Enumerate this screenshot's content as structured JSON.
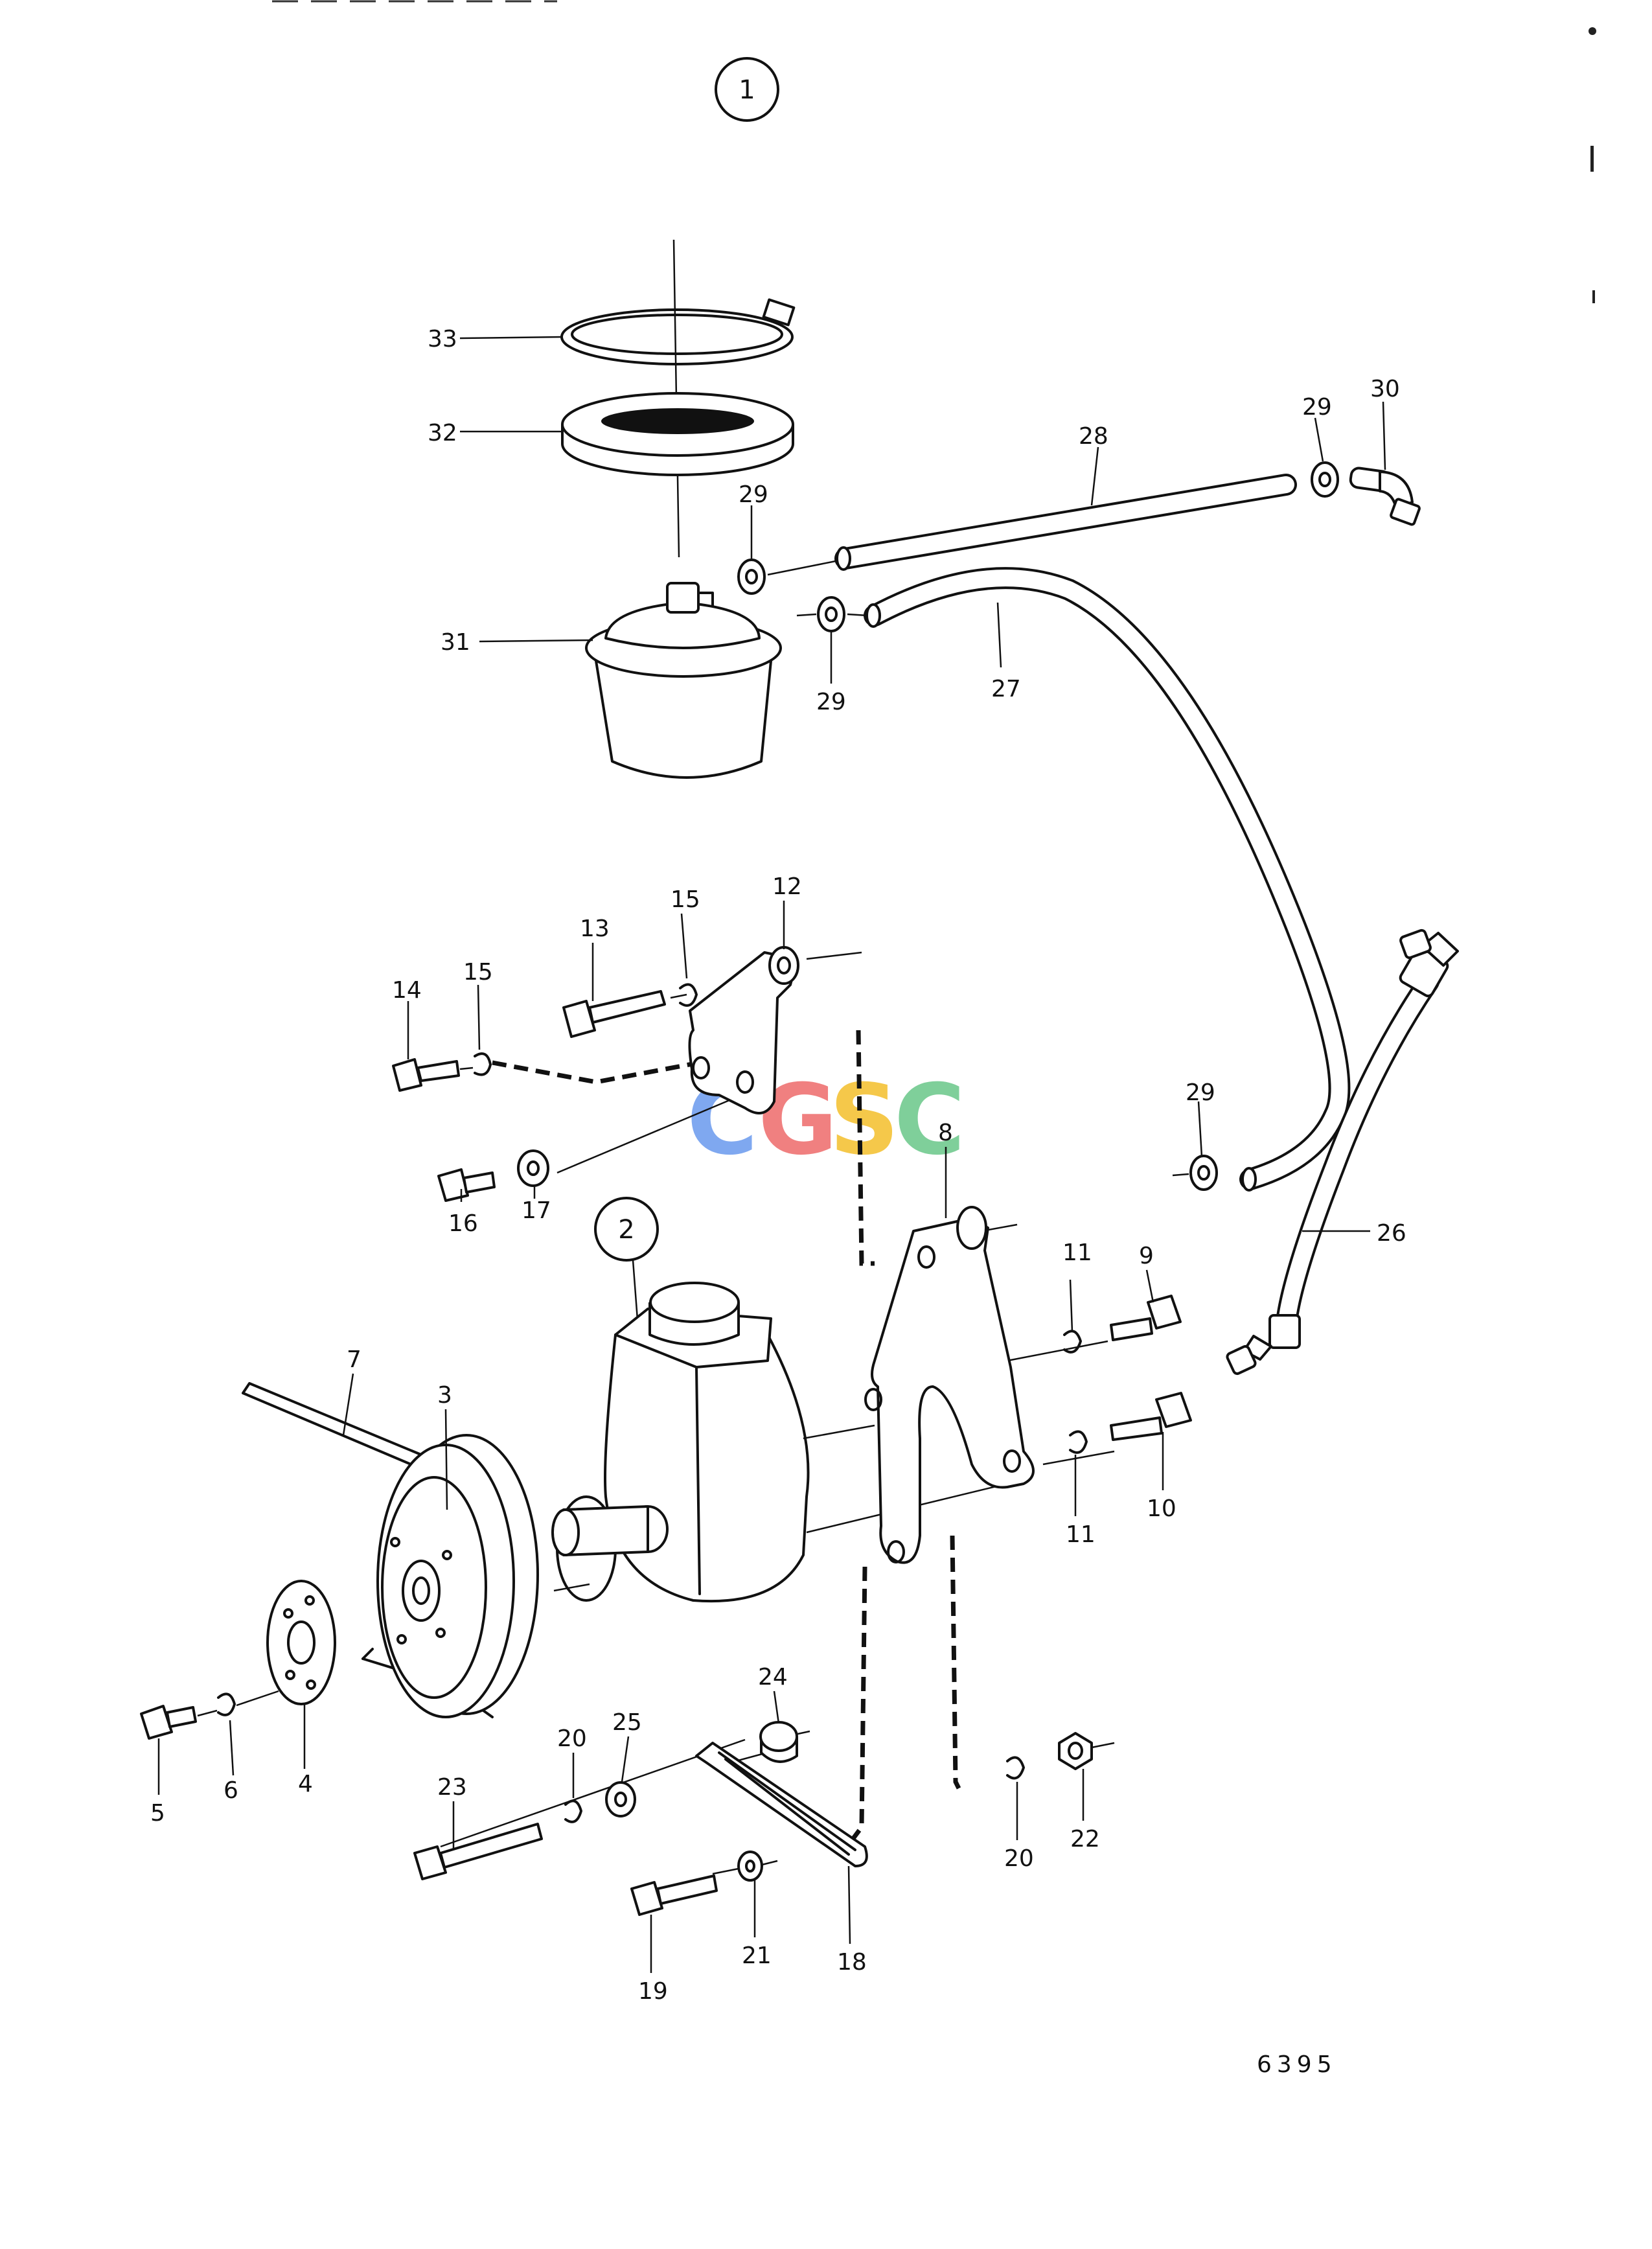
{
  "drawing_number": "6395",
  "watermark": {
    "letters": [
      {
        "char": "C",
        "color": "#7fa8f0"
      },
      {
        "char": "G",
        "color": "#f08080"
      },
      {
        "char": "S",
        "color": "#f5c84a"
      },
      {
        "char": "C",
        "color": "#7fcf9a"
      }
    ]
  },
  "groups": [
    {
      "id": "group-1",
      "label": "1"
    },
    {
      "id": "group-2",
      "label": "2"
    }
  ],
  "parts": [
    {
      "id": "p33",
      "label": "33"
    },
    {
      "id": "p32",
      "label": "32"
    },
    {
      "id": "p31",
      "label": "31"
    },
    {
      "id": "p29a",
      "label": "29"
    },
    {
      "id": "p29b",
      "label": "29"
    },
    {
      "id": "p29c",
      "label": "29"
    },
    {
      "id": "p29d",
      "label": "29"
    },
    {
      "id": "p30",
      "label": "30"
    },
    {
      "id": "p28",
      "label": "28"
    },
    {
      "id": "p27",
      "label": "27"
    },
    {
      "id": "p26",
      "label": "26"
    },
    {
      "id": "p12",
      "label": "12"
    },
    {
      "id": "p13",
      "label": "13"
    },
    {
      "id": "p14",
      "label": "14"
    },
    {
      "id": "p15a",
      "label": "15"
    },
    {
      "id": "p15b",
      "label": "15"
    },
    {
      "id": "p16",
      "label": "16"
    },
    {
      "id": "p17",
      "label": "17"
    },
    {
      "id": "p8",
      "label": "8"
    },
    {
      "id": "p9",
      "label": "9"
    },
    {
      "id": "p10",
      "label": "10"
    },
    {
      "id": "p11a",
      "label": "11"
    },
    {
      "id": "p11b",
      "label": "11"
    },
    {
      "id": "p7",
      "label": "7"
    },
    {
      "id": "p3",
      "label": "3"
    },
    {
      "id": "p4",
      "label": "4"
    },
    {
      "id": "p5",
      "label": "5"
    },
    {
      "id": "p6",
      "label": "6"
    },
    {
      "id": "p24",
      "label": "24"
    },
    {
      "id": "p25",
      "label": "25"
    },
    {
      "id": "p20a",
      "label": "20"
    },
    {
      "id": "p20b",
      "label": "20"
    },
    {
      "id": "p22",
      "label": "22"
    },
    {
      "id": "p23",
      "label": "23"
    },
    {
      "id": "p21",
      "label": "21"
    },
    {
      "id": "p19",
      "label": "19"
    },
    {
      "id": "p18",
      "label": "18"
    }
  ]
}
